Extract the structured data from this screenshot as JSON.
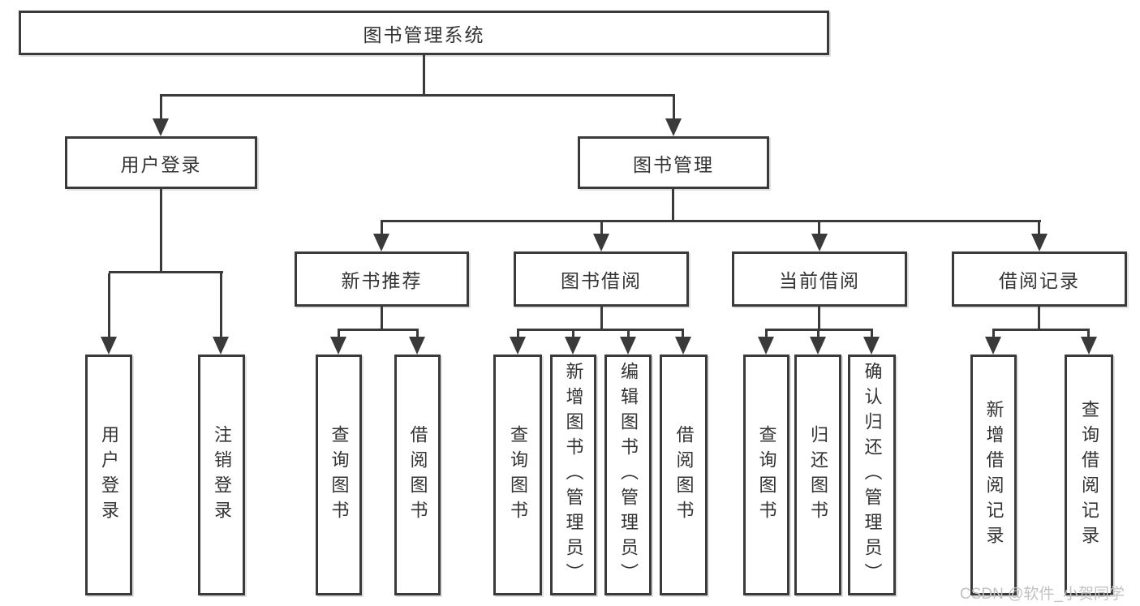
{
  "diagram_title": "图书管理系统",
  "watermark": "CSDN @软件_小贺同学",
  "colors": {
    "line": "#3a3a3a",
    "text": "#333333",
    "box_fill": "#ffffff",
    "watermark": "#c2c2c2",
    "background": "#ffffff"
  },
  "tree": {
    "root": {
      "label": "图书管理系统",
      "children": [
        {
          "label": "用户登录",
          "children": [
            {
              "label": "用户登录"
            },
            {
              "label": "注销登录"
            }
          ]
        },
        {
          "label": "图书管理",
          "children": [
            {
              "label": "新书推荐",
              "children": [
                {
                  "label": "查询图书"
                },
                {
                  "label": "借阅图书"
                }
              ]
            },
            {
              "label": "图书借阅",
              "children": [
                {
                  "label": "查询图书"
                },
                {
                  "label": "新增图书（管理员）"
                },
                {
                  "label": "编辑图书（管理员）"
                },
                {
                  "label": "借阅图书"
                }
              ]
            },
            {
              "label": "当前借阅",
              "children": [
                {
                  "label": "查询图书"
                },
                {
                  "label": "归还图书"
                },
                {
                  "label": "确认归还（管理员）"
                }
              ]
            },
            {
              "label": "借阅记录",
              "children": [
                {
                  "label": "新增借阅记录"
                },
                {
                  "label": "查询借阅记录"
                }
              ]
            }
          ]
        }
      ]
    }
  }
}
